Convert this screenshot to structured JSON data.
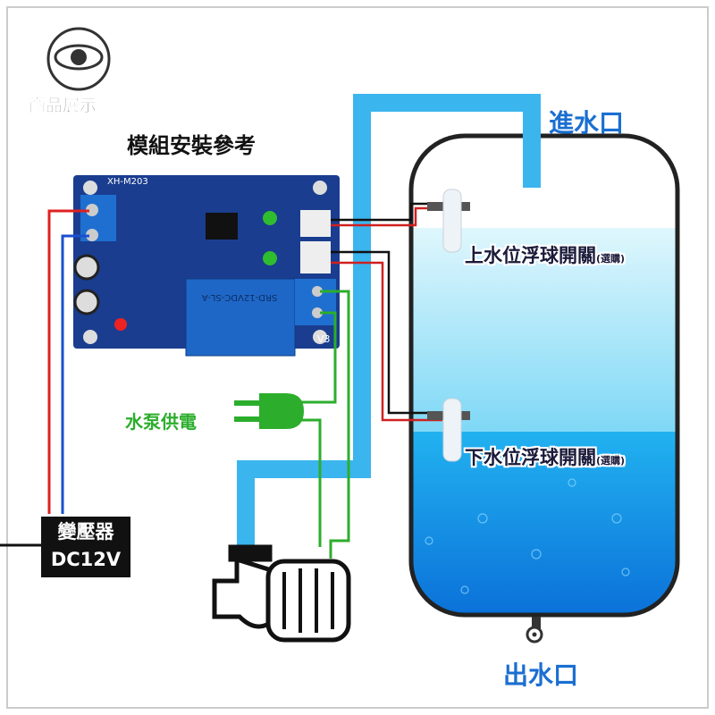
{
  "logo": {
    "text": "商品展示"
  },
  "title": "模組安裝參考",
  "board": {
    "model": "XH-M203",
    "relay": "SRD-12VDC-SL-A",
    "terminal_label": "V3"
  },
  "labels": {
    "inlet": "進水口",
    "outlet": "出水口",
    "pump_power": "水泵供電",
    "upper_float": "上水位浮球開關",
    "lower_float": "下水位浮球開關",
    "optional": "(選購)",
    "transformer": "變壓器",
    "voltage": "DC12V"
  },
  "colors": {
    "pipe": "#3bb5ee",
    "tank_outline": "#222222",
    "water_light": "#c8f0fb",
    "water_deep": "#1590e8",
    "label_blue": "#1a6fd1",
    "wire_green": "#2cae2c"
  }
}
